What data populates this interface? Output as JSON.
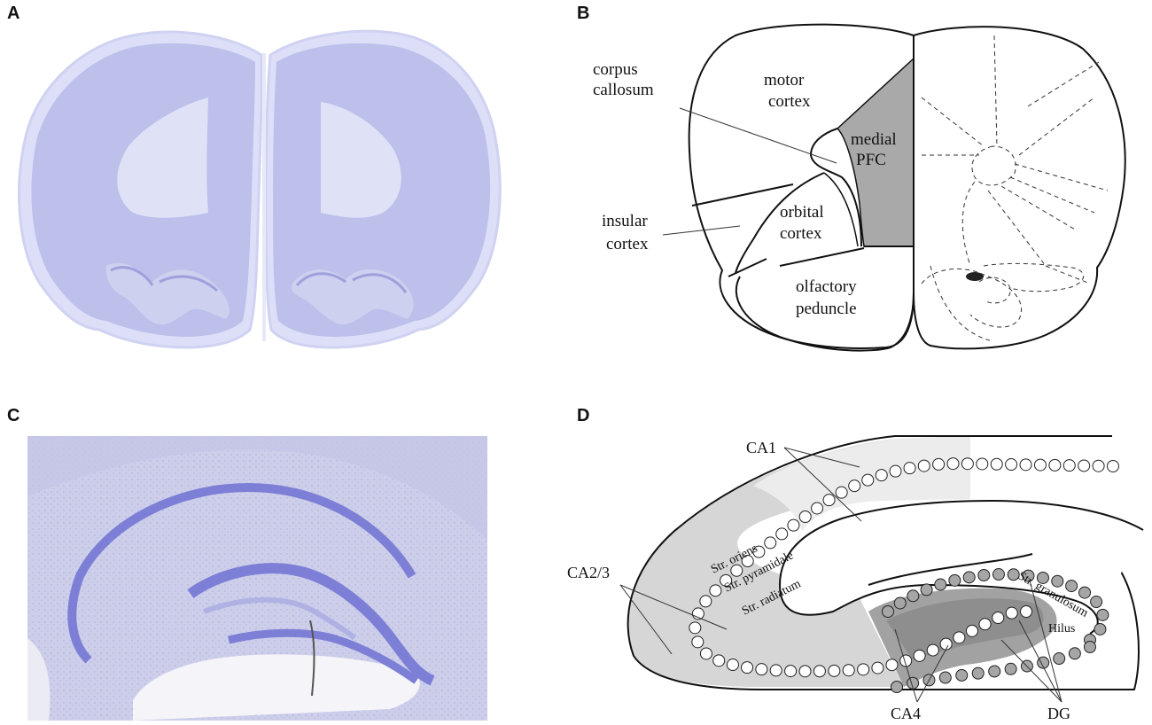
{
  "panels": {
    "a": {
      "letter": "A"
    },
    "b": {
      "letter": "B",
      "labels": {
        "corpus_callosum_1": "corpus",
        "corpus_callosum_2": "callosum",
        "motor_1": "motor",
        "motor_2": "cortex",
        "medial_1": "medial",
        "medial_2": "PFC",
        "insular_1": "insular",
        "insular_2": "cortex",
        "orbital_1": "orbital",
        "orbital_2": "cortex",
        "olfactory_1": "olfactory",
        "olfactory_2": "peduncle"
      }
    },
    "c": {
      "letter": "C"
    },
    "d": {
      "letter": "D",
      "labels": {
        "ca1": "CA1",
        "ca23": "CA2/3",
        "ca4": "CA4",
        "dg": "DG",
        "str_oriens": "Str. oriens",
        "str_pyramidale": "Str. pyramidale",
        "str_radiatum": "Str. radiatum",
        "str_granulosum": "Str. granulosum",
        "hilus": "Hilus"
      }
    }
  },
  "colors": {
    "nissl_stain": "#bcc0ea",
    "nissl_dark": "#7d7fd6",
    "mpfc_fill": "#a9a9a9",
    "ca1_fill": "#ececec",
    "ca23_fill": "#d6d6d6",
    "dg_fill": "#a2a2a2"
  }
}
